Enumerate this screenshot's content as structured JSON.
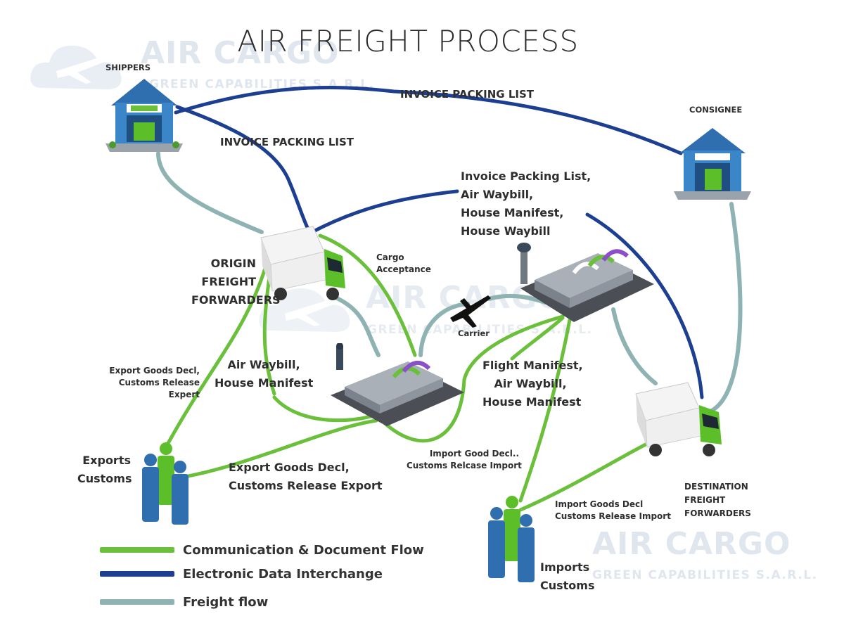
{
  "title": "AIR FREIGHT PROCESS",
  "watermark": {
    "brand": "AIR CARGO",
    "tagline": "GREEN CAPABILITIES S.A.R.L."
  },
  "nodes": {
    "shippers": "SHIPPERS",
    "consignee": "CONSIGNEE",
    "origin_ff": [
      "ORIGIN",
      "FREIGHT",
      "FORWARDERS"
    ],
    "dest_ff": [
      "DESTINATION",
      "FREIGHT",
      "FORWARDERS"
    ],
    "exports_customs": [
      "Exports",
      "Customs"
    ],
    "imports_customs": [
      "Imports",
      "Customs"
    ],
    "carrier": "Carrier"
  },
  "edge_labels": {
    "invoice_top": "INVOICE PACKING LIST",
    "invoice_mid": "INVOICE PACKING LIST",
    "docs_dest": [
      "Invoice Packing List,",
      "Air Waybill,",
      "House Manifest,",
      "House Waybill"
    ],
    "cargo_acceptance": [
      "Cargo",
      "Acceptance"
    ],
    "air_waybill": [
      "Air Waybill,",
      "House Manifest"
    ],
    "flight_manifest": [
      "Flight Manifest,",
      "Air Waybill,",
      "House Manifest"
    ],
    "export_goods_left": [
      "Export Goods Decl,",
      "Customs Release",
      "Expert"
    ],
    "export_goods_bottom": [
      "Export Goods Decl,",
      "Customs Release Export"
    ],
    "import_good_decl": [
      "Import Good Decl..",
      "Customs Relcase Import"
    ],
    "import_goods_right": [
      "Import Goods Decl",
      "Customs Release Import"
    ]
  },
  "legend": [
    {
      "label": "Communication & Document Flow",
      "color": "#6abf3b"
    },
    {
      "label": "Electronic Data Interchange",
      "color": "#1d3f91"
    },
    {
      "label": "Freight flow",
      "color": "#8fb3b3"
    }
  ],
  "colors": {
    "communication": "#6abf3b",
    "edi": "#1d3f91",
    "freight": "#8fb3b3",
    "building": "#3a86c8",
    "truck_cab": "#5cbf2a"
  }
}
